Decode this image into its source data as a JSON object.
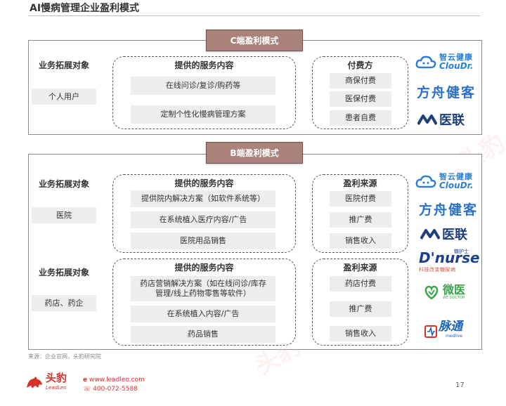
{
  "header": {
    "title": "AI慢病管理企业盈利模式"
  },
  "c_section": {
    "title": "C端盈利模式",
    "target_label": "业务拓展对象",
    "target": "个人用户",
    "services_label": "提供的服务内容",
    "services": [
      "在线问诊/复诊/购药等",
      "定制个性化慢病管理方案"
    ],
    "payment_label": "付费方",
    "payments": [
      "商保付费",
      "医保付费",
      "患者自费"
    ]
  },
  "b_section": {
    "title": "B端盈利模式",
    "groups": [
      {
        "target_label": "业务拓展对象",
        "target": "医院",
        "services_label": "提供的服务内容",
        "services": [
          "提供院内解决方案（如软件系统等）",
          "在系统植入医疗内容/广告",
          "医院用品销售"
        ],
        "revenue_label": "盈利来源",
        "revenues": [
          "医院付费",
          "推广费",
          "销售收入"
        ]
      },
      {
        "target_label": "业务拓展对象",
        "target": "药店、药企",
        "services_label": "提供的服务内容",
        "services": [
          "药店营销解决方案（如在线问诊/库存管理/线上药物零售等软件）",
          "在系统植入内容/广告",
          "药品销售"
        ],
        "revenue_label": "盈利来源",
        "revenues": [
          "药店付费",
          "推广费",
          "销售收入"
        ]
      }
    ]
  },
  "logos": {
    "zhiyun_cn": "智云健康",
    "zhiyun_en": "ClouDr.",
    "fangzhou": "方舟健客",
    "yilian": "医联",
    "dnurse": "D'nurse",
    "dnurse_tag": "糖护士",
    "dnurse_sub": "科技改变糖尿病",
    "weiyi_cn": "微医",
    "weiyi_en": "WE DOCTOR",
    "maitong_cn": "脉通",
    "maitong_en": "medlive",
    "icon_colors": {
      "zhiyun": "#2a7fd4",
      "yilian": "#1f3f7a",
      "weiyi": "#3aa64a",
      "maitong": "#1e63b8",
      "brand": "#d8312b"
    }
  },
  "footer": {
    "source": "来源：企业官网，头豹研究院",
    "brand_cn": "头豹",
    "brand_en": "LeadLeo",
    "website": "www.leadleo.com",
    "phone": "400-072-5588",
    "page_number": "17"
  }
}
